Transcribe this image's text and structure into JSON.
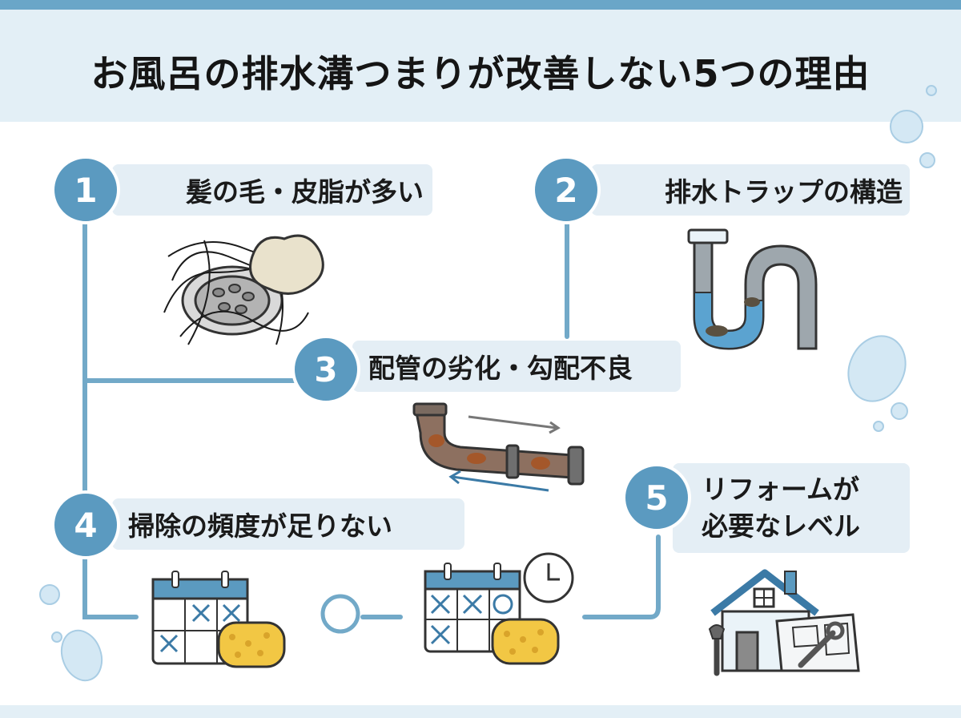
{
  "title": "お風呂の排水溝つまりが改善しない5つの理由",
  "reasons": [
    {
      "number": "1",
      "label": "髪の毛・皮脂が多い"
    },
    {
      "number": "2",
      "label": "排水トラップの構造"
    },
    {
      "number": "3",
      "label": "配管の劣化・勾配不良"
    },
    {
      "number": "4",
      "label": "掃除の頻度が足りない"
    },
    {
      "number": "5",
      "label_line1": "リフォームが",
      "label_line2": "必要なレベル"
    }
  ],
  "colors": {
    "accent": "#5b9ac0",
    "line": "#72a9c8",
    "pill": "#e4eef5",
    "header": "#e3eff6"
  }
}
